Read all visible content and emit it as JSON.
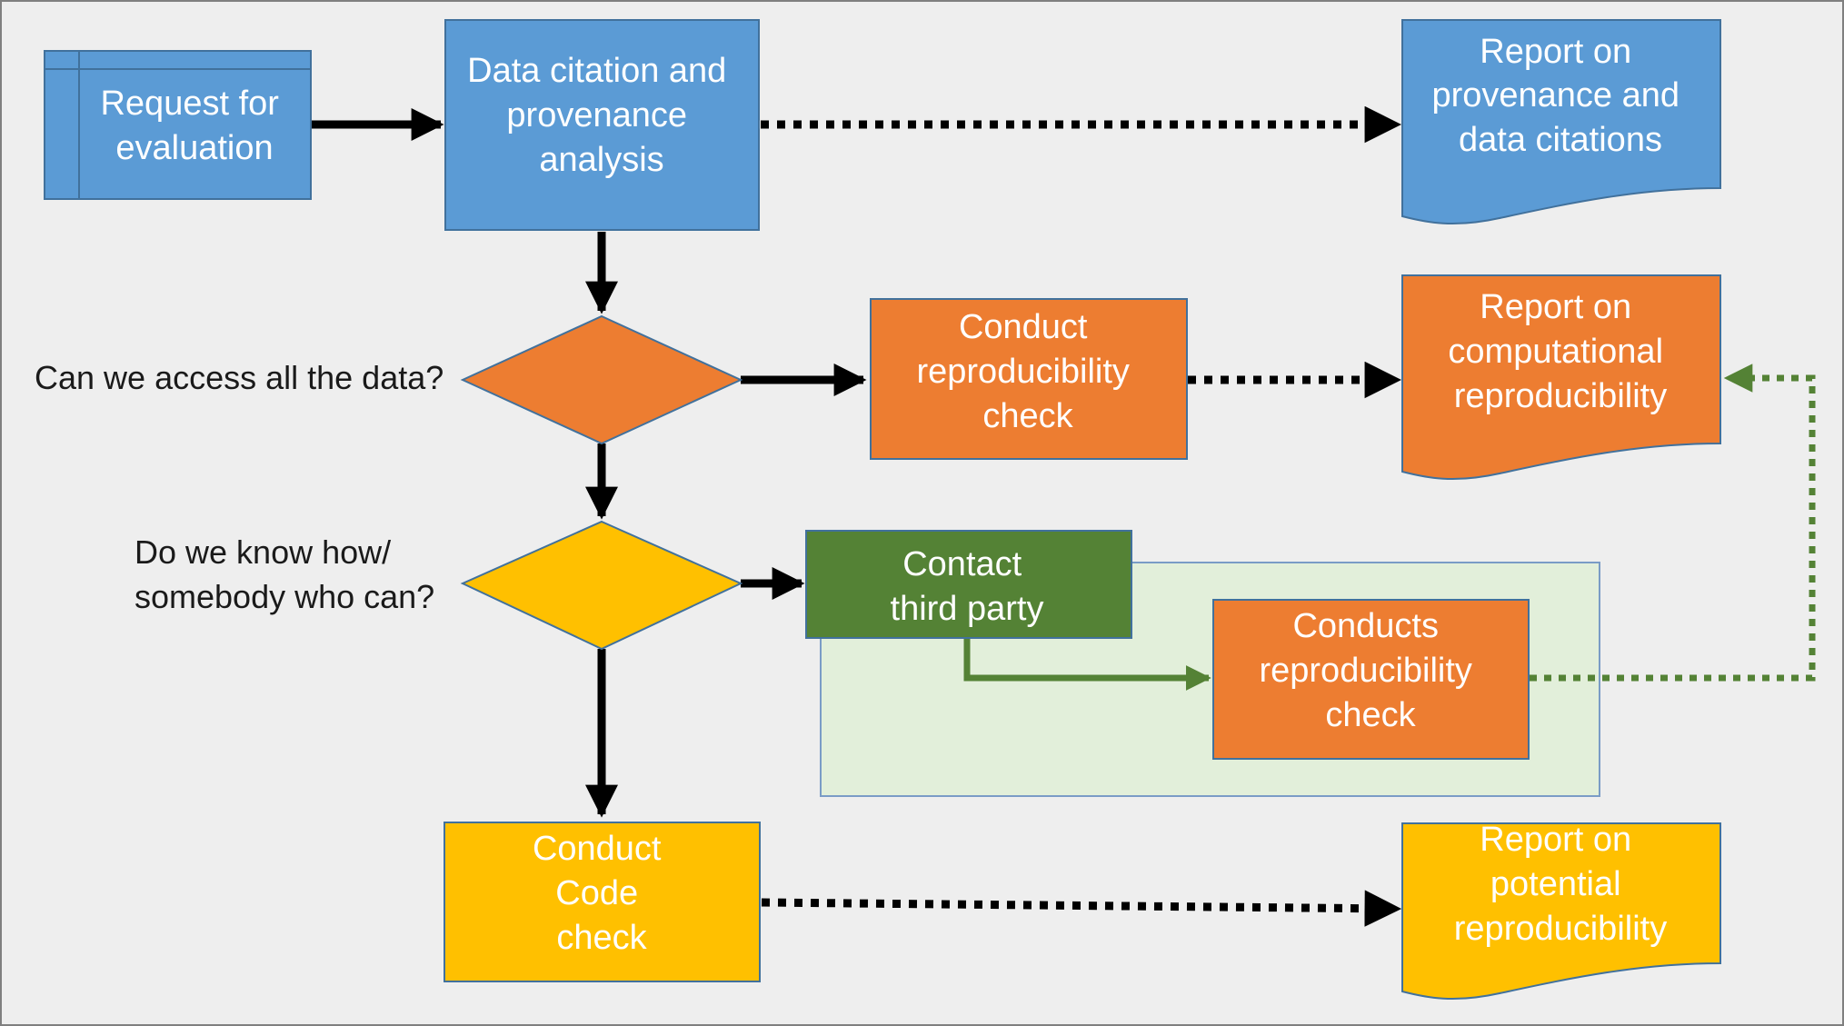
{
  "diagram": {
    "colors": {
      "background": "#eeeeee",
      "blue": "#5b9bd5",
      "blue_border": "#41719c",
      "orange": "#ed7d31",
      "orange_border": "#ae5a21",
      "yellow": "#ffc000",
      "yellow_border": "#bc8c00",
      "green": "#548235",
      "green_light": "#e2efda",
      "arrow": "#000000"
    },
    "nodes": {
      "request": [
        "Request  for",
        "evaluation"
      ],
      "analysis": [
        "Data citation and",
        "provenance",
        "analysis"
      ],
      "report_provenance": [
        "Report on",
        "provenance and",
        "data citations"
      ],
      "conduct_repro": [
        "Conduct",
        "reproducibility",
        "check"
      ],
      "report_computational": [
        "Report on",
        "computational",
        "reproducibility"
      ],
      "contact_third_party": [
        "Contact",
        "third party"
      ],
      "third_party_repro": [
        "Conducts",
        "reproducibility",
        "check"
      ],
      "conduct_code": [
        "Conduct",
        "Code",
        "check"
      ],
      "report_potential": [
        "Report on",
        "potential",
        "reproducibility"
      ]
    },
    "questions": {
      "access": [
        "Can we access all the data?"
      ],
      "know_how": [
        "Do we know how/",
        "somebody who can?"
      ]
    }
  }
}
